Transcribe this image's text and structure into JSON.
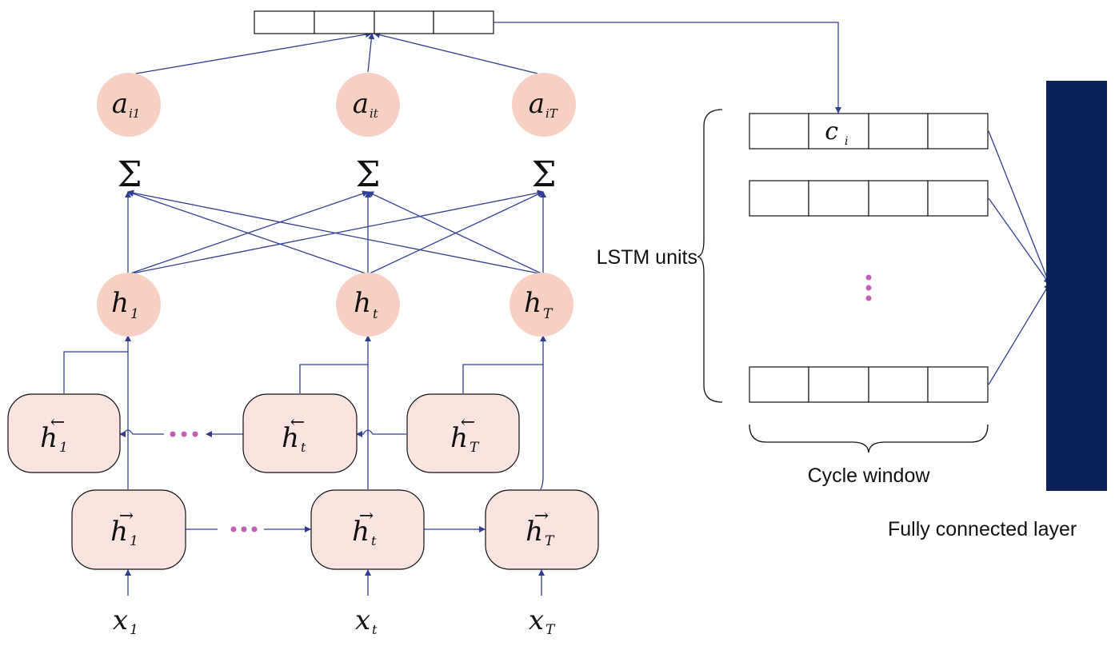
{
  "colors": {
    "edge": "#2e3f94",
    "circle_fill": "#f7d0c4",
    "rect_fill": "#fbe3e0",
    "dots": "#c35fb8",
    "fc_layer": "#0b2157"
  },
  "attention": [
    {
      "base": "a",
      "sub": "i1"
    },
    {
      "base": "a",
      "sub": "it"
    },
    {
      "base": "a",
      "sub": "iT"
    }
  ],
  "sum_symbol": "Σ",
  "hidden": [
    {
      "base": "h",
      "sub": "1"
    },
    {
      "base": "h",
      "sub": "t"
    },
    {
      "base": "h",
      "sub": "T"
    }
  ],
  "backward": [
    {
      "base": "h",
      "sub": "1",
      "arrow": "←"
    },
    {
      "base": "h",
      "sub": "t",
      "arrow": "←"
    },
    {
      "base": "h",
      "sub": "T",
      "arrow": "←"
    }
  ],
  "forward": [
    {
      "base": "h",
      "sub": "1",
      "arrow": "→"
    },
    {
      "base": "h",
      "sub": "t",
      "arrow": "→"
    },
    {
      "base": "h",
      "sub": "T",
      "arrow": "→"
    }
  ],
  "inputs": [
    {
      "base": "x",
      "sub": "1"
    },
    {
      "base": "x",
      "sub": "t"
    },
    {
      "base": "x",
      "sub": "T"
    }
  ],
  "context_cell": {
    "base": "c",
    "sub": "i"
  },
  "labels": {
    "lstm_units": "LSTM units",
    "cycle_window": "Cycle window",
    "fully_connected": "Fully connected layer"
  }
}
